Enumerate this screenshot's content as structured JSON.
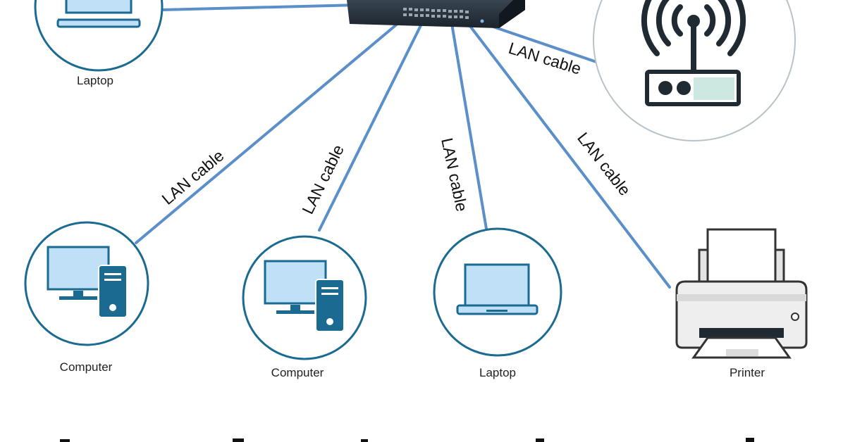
{
  "diagram": {
    "nodes": {
      "laptop_top": {
        "label": "Laptop",
        "icon": "laptop-icon"
      },
      "computer_left": {
        "label": "Computer",
        "icon": "desktop-computer-icon"
      },
      "computer_middle": {
        "label": "Computer",
        "icon": "desktop-computer-icon"
      },
      "laptop_bottom": {
        "label": "Laptop",
        "icon": "laptop-icon"
      },
      "printer": {
        "label": "Printer",
        "icon": "printer-icon"
      },
      "router": {
        "icon": "wifi-router-icon"
      },
      "switch": {
        "icon": "network-switch-icon"
      }
    },
    "cables": {
      "router": {
        "label": "LAN cable"
      },
      "computer_left": {
        "label": "LAN cable"
      },
      "computer_middle": {
        "label": "LAN cable"
      },
      "laptop_bottom": {
        "label": "LAN cable"
      },
      "printer": {
        "label": "LAN cable"
      }
    }
  },
  "colors": {
    "cable": "#5b8fc9",
    "icon_ring": "#1a6a92",
    "icon_fill": "#bfe0f7",
    "router_stroke": "#1f2a33",
    "router_accent": "#cce8e0",
    "switch_body": "#1e2732",
    "printer_body": "#eeeeee",
    "printer_stroke": "#333333"
  }
}
